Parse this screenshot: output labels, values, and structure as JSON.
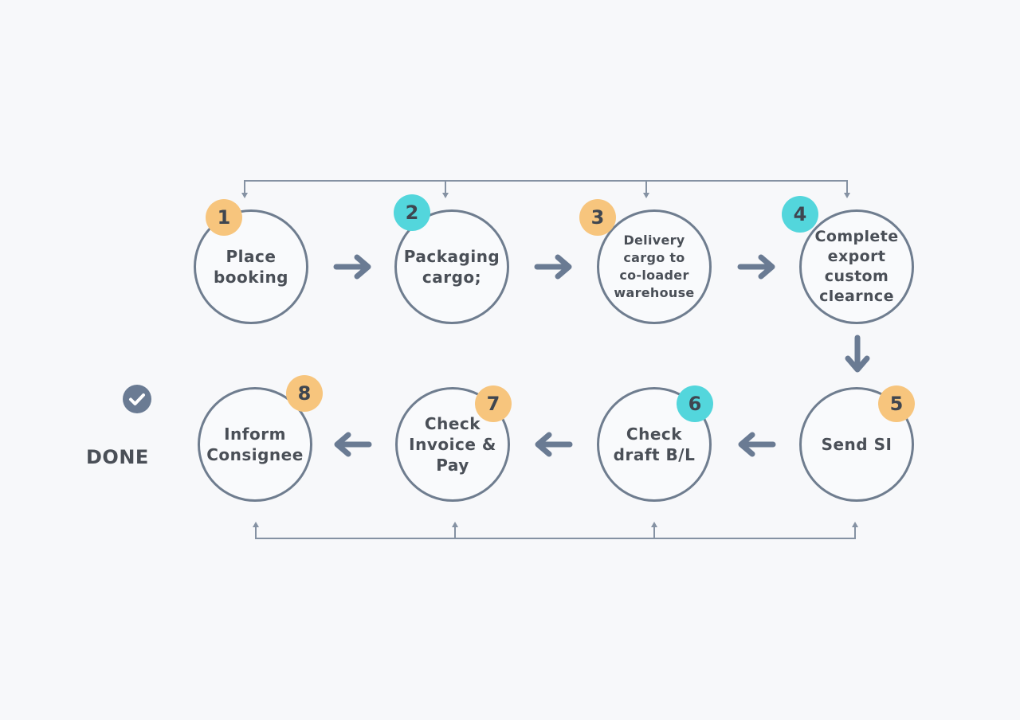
{
  "colors": {
    "orange": "#f7c57d",
    "teal": "#53d6dc",
    "stroke": "#6f7d8f",
    "arrow": "#6a7b93",
    "text": "#4a4f57"
  },
  "steps": [
    {
      "number": "1",
      "label": "Place\nbooking",
      "badge_color": "orange"
    },
    {
      "number": "2",
      "label": "Packaging\ncargo;",
      "badge_color": "teal"
    },
    {
      "number": "3",
      "label": "Delivery\ncargo to\nco-loader\nwarehouse",
      "badge_color": "orange"
    },
    {
      "number": "4",
      "label": "Complete\nexport\ncustom\nclearnce",
      "badge_color": "teal"
    },
    {
      "number": "5",
      "label": "Send SI",
      "badge_color": "orange"
    },
    {
      "number": "6",
      "label": "Check\ndraft B/L",
      "badge_color": "teal"
    },
    {
      "number": "7",
      "label": "Check\nInvoice &\nPay",
      "badge_color": "orange"
    },
    {
      "number": "8",
      "label": "Inform\nConsignee",
      "badge_color": "orange"
    }
  ],
  "done": {
    "label": "DONE",
    "icon": "check-circle-icon"
  }
}
